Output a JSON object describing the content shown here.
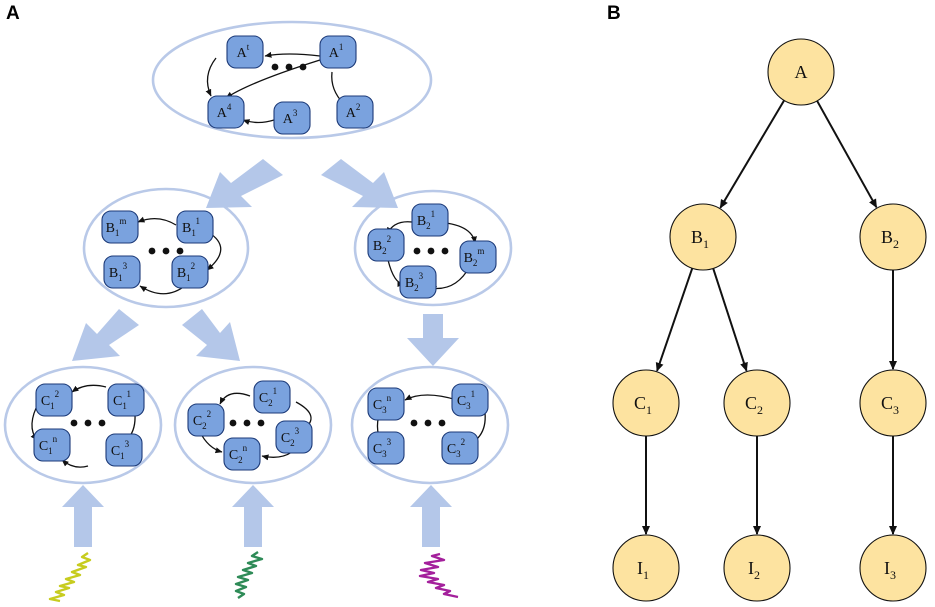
{
  "panels": {
    "a": "A",
    "b": "B"
  },
  "colors": {
    "node_fill": "#7aa2de",
    "node_stroke": "#1c3a78",
    "ellipse_stroke": "#b9c9e8",
    "flow_arrow": "#b4c7e9",
    "tree_fill": "#fde3a0",
    "trace_left": "#c7cc1f",
    "trace_mid": "#2e8b57",
    "trace_right": "#a4209c"
  },
  "cluster_a": {
    "nodes": [
      {
        "id": "at",
        "base": "A",
        "sup": "t",
        "sub": ""
      },
      {
        "id": "a1",
        "base": "A",
        "sup": "1",
        "sub": ""
      },
      {
        "id": "a4",
        "base": "A",
        "sup": "4",
        "sub": ""
      },
      {
        "id": "a3",
        "base": "A",
        "sup": "3",
        "sub": ""
      },
      {
        "id": "a2",
        "base": "A",
        "sup": "2",
        "sub": ""
      }
    ]
  },
  "cluster_b1": {
    "nodes": [
      {
        "id": "b1m",
        "base": "B",
        "sub": "1",
        "sup": "m"
      },
      {
        "id": "b11",
        "base": "B",
        "sub": "1",
        "sup": "1"
      },
      {
        "id": "b13",
        "base": "B",
        "sub": "1",
        "sup": "3"
      },
      {
        "id": "b12",
        "base": "B",
        "sub": "1",
        "sup": "2"
      }
    ]
  },
  "cluster_b2": {
    "nodes": [
      {
        "id": "b21",
        "base": "B",
        "sub": "2",
        "sup": "1"
      },
      {
        "id": "b22",
        "base": "B",
        "sub": "2",
        "sup": "2"
      },
      {
        "id": "b2m",
        "base": "B",
        "sub": "2",
        "sup": "m"
      },
      {
        "id": "b23",
        "base": "B",
        "sub": "2",
        "sup": "3"
      }
    ]
  },
  "cluster_c1": {
    "nodes": [
      {
        "id": "c12",
        "base": "C",
        "sub": "1",
        "sup": "2"
      },
      {
        "id": "c11",
        "base": "C",
        "sub": "1",
        "sup": "1"
      },
      {
        "id": "c1n",
        "base": "C",
        "sub": "1",
        "sup": "n"
      },
      {
        "id": "c13",
        "base": "C",
        "sub": "1",
        "sup": "3"
      }
    ]
  },
  "cluster_c2": {
    "nodes": [
      {
        "id": "c21",
        "base": "C",
        "sub": "2",
        "sup": "1"
      },
      {
        "id": "c22",
        "base": "C",
        "sub": "2",
        "sup": "2"
      },
      {
        "id": "c23",
        "base": "C",
        "sub": "2",
        "sup": "3"
      },
      {
        "id": "c2n",
        "base": "C",
        "sub": "2",
        "sup": "n"
      }
    ]
  },
  "cluster_c3": {
    "nodes": [
      {
        "id": "c3n",
        "base": "C",
        "sub": "3",
        "sup": "n"
      },
      {
        "id": "c31",
        "base": "C",
        "sub": "3",
        "sup": "1"
      },
      {
        "id": "c33",
        "base": "C",
        "sub": "3",
        "sup": "3"
      },
      {
        "id": "c32",
        "base": "C",
        "sub": "3",
        "sup": "2"
      }
    ]
  },
  "tree": {
    "nodes": [
      {
        "id": "A",
        "base": "A",
        "sub": ""
      },
      {
        "id": "B1",
        "base": "B",
        "sub": "1"
      },
      {
        "id": "B2",
        "base": "B",
        "sub": "2"
      },
      {
        "id": "C1",
        "base": "C",
        "sub": "1"
      },
      {
        "id": "C2",
        "base": "C",
        "sub": "2"
      },
      {
        "id": "C3",
        "base": "C",
        "sub": "3"
      },
      {
        "id": "I1",
        "base": "I",
        "sub": "1"
      },
      {
        "id": "I2",
        "base": "I",
        "sub": "2"
      },
      {
        "id": "I3",
        "base": "I",
        "sub": "3"
      }
    ],
    "edges": [
      [
        "A",
        "B1"
      ],
      [
        "A",
        "B2"
      ],
      [
        "B1",
        "C1"
      ],
      [
        "B1",
        "C2"
      ],
      [
        "B2",
        "C3"
      ],
      [
        "C1",
        "I1"
      ],
      [
        "C2",
        "I2"
      ],
      [
        "C3",
        "I3"
      ]
    ]
  }
}
